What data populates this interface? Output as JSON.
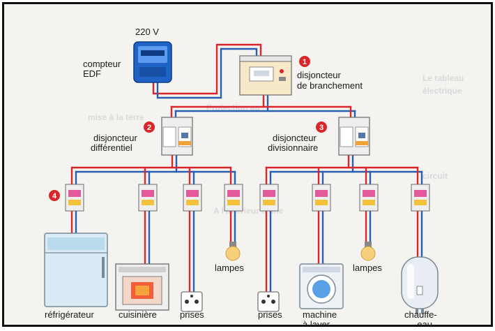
{
  "meter": {
    "voltage": "220 V",
    "label_line1": "compteur",
    "label_line2": "EDF"
  },
  "main_breaker": {
    "number": "1",
    "label_line1": "disjoncteur",
    "label_line2": "de branchement"
  },
  "rcd_left": {
    "number": "2",
    "label_line1": "disjoncteur",
    "label_line2": "différentiel"
  },
  "rcd_right": {
    "number": "3",
    "label_line1": "disjoncteur",
    "label_line2": "divisionnaire"
  },
  "circuit_breakers": {
    "number": "4"
  },
  "appliances": {
    "fridge": "réfrigérateur",
    "stove": "cuisinière",
    "outlets_left": "prises",
    "lamps_left": "lampes",
    "outlets_right": "prises",
    "washer_line1": "machine",
    "washer_line2": "à laver",
    "lamps_right": "lampes",
    "heater_line1": "chauffe-",
    "heater_line2": "-eau"
  },
  "colors": {
    "phase_wire": "#d8262b",
    "neutral_wire": "#2a5fb0",
    "badge": "#d8262b",
    "meter_body": "#1f63c7"
  }
}
